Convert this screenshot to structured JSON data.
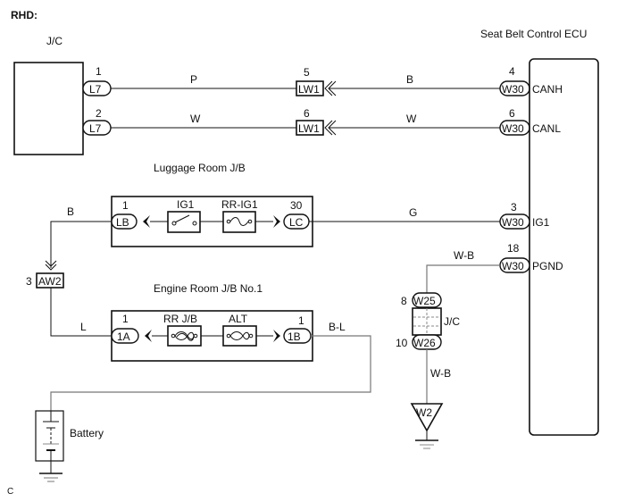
{
  "header": {
    "variant": "RHD:"
  },
  "footer": {
    "code": "C"
  },
  "components": {
    "jc": {
      "title": "J/C"
    },
    "ecu": {
      "title": "Seat Belt Control ECU"
    },
    "luggage_jb": {
      "title": "Luggage Room J/B",
      "relay": "IG1",
      "fuse": "RR-IG1"
    },
    "engine_jb": {
      "title": "Engine Room J/B No.1",
      "fuse1": "RR J/B",
      "fuse2": "ALT"
    },
    "battery": {
      "title": "Battery"
    },
    "jc2": {
      "title": "J/C"
    }
  },
  "connectors": {
    "jc_l7_1": {
      "pin": "1",
      "name": "L7"
    },
    "jc_l7_2": {
      "pin": "2",
      "name": "L7"
    },
    "lw1_5": {
      "pin": "5",
      "name": "LW1"
    },
    "lw1_6": {
      "pin": "6",
      "name": "LW1"
    },
    "ecu_canh": {
      "pin": "4",
      "name": "W30",
      "signal": "CANH"
    },
    "ecu_canl": {
      "pin": "6",
      "name": "W30",
      "signal": "CANL"
    },
    "ecu_ig1": {
      "pin": "3",
      "name": "W30",
      "signal": "IG1"
    },
    "ecu_pgnd": {
      "pin": "18",
      "name": "W30",
      "signal": "PGND"
    },
    "lb": {
      "pin": "1",
      "name": "LB"
    },
    "lc": {
      "pin": "30",
      "name": "LC"
    },
    "aw2": {
      "pin": "3",
      "name": "AW2"
    },
    "e1a": {
      "pin": "1",
      "name": "1A"
    },
    "e1b": {
      "pin": "1",
      "name": "1B"
    },
    "w25": {
      "pin": "8",
      "name": "W25"
    },
    "w26": {
      "pin": "10",
      "name": "W26"
    },
    "w2": {
      "name": "W2"
    }
  },
  "wires": {
    "canh_left": "P",
    "canh_right": "B",
    "canl_left": "W",
    "canl_right": "W",
    "ig1_feed": "B",
    "ig1_out": "G",
    "engine_in": "L",
    "engine_out": "B-L",
    "pgnd": "W-B",
    "ground": "W-B"
  }
}
